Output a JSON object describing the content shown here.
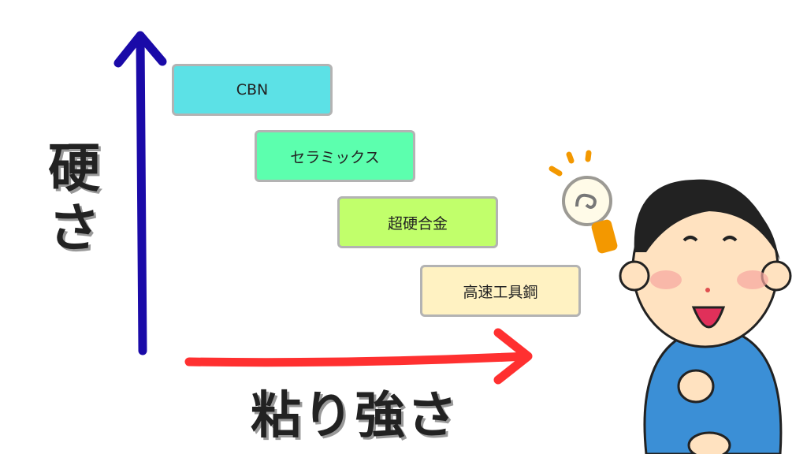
{
  "axes": {
    "y_label": "硬さ",
    "x_label": "粘り強さ"
  },
  "materials": [
    {
      "label": "CBN",
      "color": "#5ce1e6"
    },
    {
      "label": "セラミックス",
      "color": "#5cffae"
    },
    {
      "label": "超硬合金",
      "color": "#c1ff6b"
    },
    {
      "label": "高速工具鋼",
      "color": "#fff2c2"
    }
  ],
  "colors": {
    "y_arrow": "#1a0aa8",
    "x_arrow": "#ff3030"
  }
}
